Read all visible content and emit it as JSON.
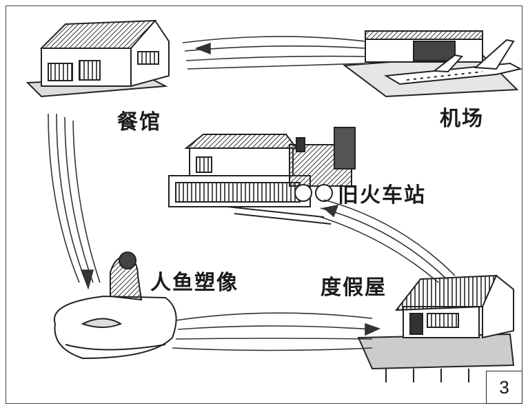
{
  "places": {
    "restaurant": "餐馆",
    "airport": "机场",
    "old_station": "旧火车站",
    "mermaid_statue": "人鱼塑像",
    "holiday_house": "度假屋"
  },
  "figure_number": "3"
}
